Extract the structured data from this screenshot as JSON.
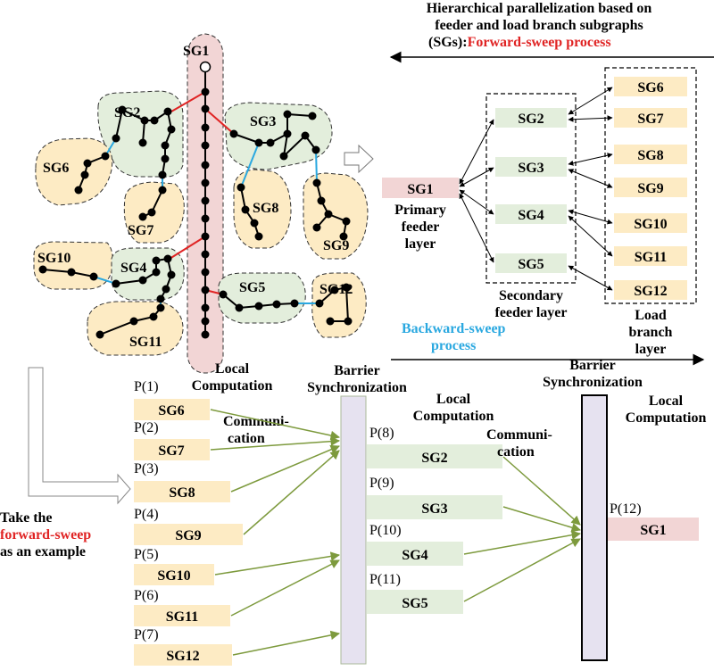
{
  "header": {
    "title_lines": [
      "Hierarchical parallelization based on",
      "feeder and load branch subgraphs",
      "(SGs):"
    ],
    "forward_label": "Forward-sweep process",
    "backward_label_lines": [
      "Backward-sweep",
      "process"
    ]
  },
  "network": {
    "sg_labels": [
      "SG1",
      "SG2",
      "SG3",
      "SG4",
      "SG5",
      "SG6",
      "SG7",
      "SG8",
      "SG9",
      "SG10",
      "SG11",
      "SG12"
    ]
  },
  "hierarchy": {
    "primary": {
      "box": "SG1",
      "label_lines": [
        "Primary",
        "feeder",
        "layer"
      ]
    },
    "secondary": {
      "boxes": [
        "SG2",
        "SG3",
        "SG4",
        "SG5"
      ],
      "label_lines": [
        "Secondary",
        "feeder layer"
      ]
    },
    "load": {
      "boxes": [
        "SG6",
        "SG7",
        "SG8",
        "SG9",
        "SG10",
        "SG11",
        "SG12"
      ],
      "label_lines": [
        "Load",
        "branch",
        "layer"
      ]
    }
  },
  "parallel": {
    "stage1": {
      "title_lines": [
        "Local",
        "Computation"
      ],
      "items": [
        {
          "proc": "P(1)",
          "sg": "SG6"
        },
        {
          "proc": "P(2)",
          "sg": "SG7"
        },
        {
          "proc": "P(3)",
          "sg": "SG8"
        },
        {
          "proc": "P(4)",
          "sg": "SG9"
        },
        {
          "proc": "P(5)",
          "sg": "SG10"
        },
        {
          "proc": "P(6)",
          "sg": "SG11"
        },
        {
          "proc": "P(7)",
          "sg": "SG12"
        }
      ]
    },
    "comm1_lines": [
      "Communi-",
      "cation"
    ],
    "barrier1_lines": [
      "Barrier",
      "Synchronization"
    ],
    "stage2": {
      "title_lines": [
        "Local",
        "Computation"
      ],
      "items": [
        {
          "proc": "P(8)",
          "sg": "SG2"
        },
        {
          "proc": "P(9)",
          "sg": "SG3"
        },
        {
          "proc": "P(10)",
          "sg": "SG4"
        },
        {
          "proc": "P(11)",
          "sg": "SG5"
        }
      ]
    },
    "comm2_lines": [
      "Communi-",
      "cation"
    ],
    "barrier2_lines": [
      "Barrier",
      "Synchronization"
    ],
    "stage3": {
      "title_lines": [
        "Local",
        "Computation"
      ],
      "items": [
        {
          "proc": "P(12)",
          "sg": "SG1"
        }
      ]
    },
    "example_lines": [
      "Take the",
      "forward-sweep",
      "as an example"
    ]
  },
  "colors": {
    "primary": "#f2d5d5",
    "secondary": "#e3eedc",
    "load": "#fdebc4",
    "barrier": "#e6e2f0",
    "red": "#e02424",
    "blue": "#2aa8e0",
    "green_arrow": "#7d9a3d"
  }
}
